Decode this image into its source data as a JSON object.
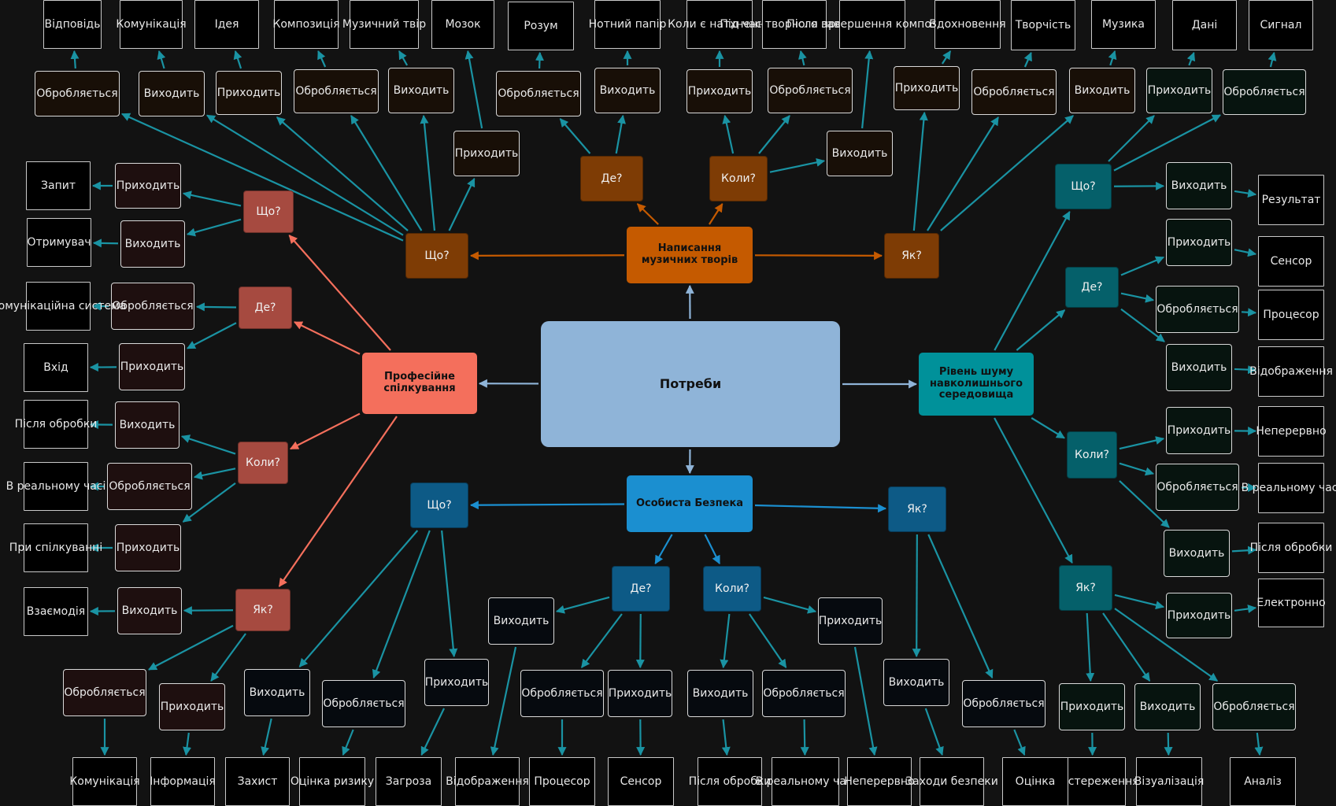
{
  "center": "Потреби",
  "branches": [
    {
      "label": "Написання музичних творів",
      "color": "#c55a00",
      "q_color": "#7e3c05",
      "act_color": "#180f07",
      "questions": [
        {
          "label": "Що?",
          "pairs": [
            {
              "act": "Обробляється",
              "leaf": "Відповідь"
            },
            {
              "act": "Виходить",
              "leaf": "Комунікація"
            },
            {
              "act": "Приходить",
              "leaf": "Ідея"
            },
            {
              "act": "Обробляється",
              "leaf": "Композиція"
            },
            {
              "act": "Виходить",
              "leaf": "Музичний твір"
            },
            {
              "act": "Приходить",
              "leaf": "Мозок"
            }
          ]
        },
        {
          "label": "Де?",
          "pairs": [
            {
              "act": "Обробляється",
              "leaf": "Розум"
            },
            {
              "act": "Виходить",
              "leaf": "Нотний папір"
            }
          ]
        },
        {
          "label": "Коли?",
          "pairs": [
            {
              "act": "Приходить",
              "leaf": "Коли є натхнення"
            },
            {
              "act": "Обробляється",
              "leaf": "Під час творчого процесу"
            },
            {
              "act": "Виходить",
              "leaf": "Після завершення композиції"
            }
          ]
        },
        {
          "label": "Як?",
          "pairs": [
            {
              "act": "Приходить",
              "leaf": "Вдохновення"
            },
            {
              "act": "Обробляється",
              "leaf": "Творчість"
            },
            {
              "act": "Виходить",
              "leaf": "Музика"
            }
          ]
        }
      ]
    },
    {
      "label": "Професійне спілкування",
      "color": "#f46f5c",
      "q_color": "#a64a40",
      "act_color": "#1e0f0f",
      "questions": [
        {
          "label": "Що?",
          "pairs": [
            {
              "act": "Приходить",
              "leaf": "Запит"
            },
            {
              "act": "Виходить",
              "leaf": "Отримувач"
            }
          ]
        },
        {
          "label": "Де?",
          "pairs": [
            {
              "act": "Обробляється",
              "leaf": "Комунікаційна система"
            },
            {
              "act": "Приходить",
              "leaf": "Вхід"
            }
          ]
        },
        {
          "label": "Коли?",
          "pairs": [
            {
              "act": "Виходить",
              "leaf": "Після обробки"
            },
            {
              "act": "Обробляється",
              "leaf": "В реальному часі"
            },
            {
              "act": "Приходить",
              "leaf": "При спілкуванні"
            }
          ]
        },
        {
          "label": "Як?",
          "pairs": [
            {
              "act": "Виходить",
              "leaf": "Взаємодія"
            },
            {
              "act": "Обробляється",
              "leaf": "Комунікація"
            },
            {
              "act": "Приходить",
              "leaf": "Інформація"
            }
          ]
        }
      ]
    },
    {
      "label": "Рівень шуму навколишнього середовища",
      "color": "#00919a",
      "q_color": "#05606a",
      "act_color": "#07140f",
      "questions": [
        {
          "label": "Що?",
          "pairs": [
            {
              "act": "Приходить",
              "leaf": "Дані"
            },
            {
              "act": "Обробляється",
              "leaf": "Сигнал"
            },
            {
              "act": "Виходить",
              "leaf": "Результат"
            }
          ]
        },
        {
          "label": "Де?",
          "pairs": [
            {
              "act": "Приходить",
              "leaf": "Сенсор"
            },
            {
              "act": "Обробляється",
              "leaf": "Процесор"
            },
            {
              "act": "Виходить",
              "leaf": "Відображення"
            }
          ]
        },
        {
          "label": "Коли?",
          "pairs": [
            {
              "act": "Приходить",
              "leaf": "Неперервно"
            },
            {
              "act": "Обробляється",
              "leaf": "В реальному часі"
            },
            {
              "act": "Виходить",
              "leaf": "Після обробки"
            }
          ]
        },
        {
          "label": "Як?",
          "pairs": [
            {
              "act": "Приходить",
              "leaf": "Електронно"
            },
            {
              "act": "Приходить",
              "leaf": "Спостереження"
            },
            {
              "act": "Виходить",
              "leaf": "Візуалізація"
            },
            {
              "act": "Обробляється",
              "leaf": "Аналіз"
            }
          ]
        }
      ]
    },
    {
      "label": "Особиста Безпека",
      "color": "#1b8fd0",
      "q_color": "#0d5a86",
      "act_color": "#060a0f",
      "questions": [
        {
          "label": "Що?",
          "pairs": [
            {
              "act": "Виходить",
              "leaf": "Захист"
            },
            {
              "act": "Обробляється",
              "leaf": "Оцінка ризику"
            },
            {
              "act": "Приходить",
              "leaf": "Загроза"
            }
          ]
        },
        {
          "label": "Де?",
          "pairs": [
            {
              "act": "Виходить",
              "leaf": "Відображення"
            },
            {
              "act": "Обробляється",
              "leaf": "Процесор"
            },
            {
              "act": "Приходить",
              "leaf": "Сенсор"
            }
          ]
        },
        {
          "label": "Коли?",
          "pairs": [
            {
              "act": "Виходить",
              "leaf": "Після обробки"
            },
            {
              "act": "Обробляється",
              "leaf": "В реальному часі"
            },
            {
              "act": "Приходить",
              "leaf": "Неперервно"
            }
          ]
        },
        {
          "label": "Як?",
          "pairs": [
            {
              "act": "Виходить",
              "leaf": "Заходи безпеки"
            },
            {
              "act": "Обробляється",
              "leaf": "Оцінка"
            }
          ]
        }
      ]
    }
  ],
  "colors": {
    "background": "#121212",
    "center_fill": "#8fb4d8",
    "center_edge": "#8fb4d8",
    "teal_edge": "#1a93a3"
  }
}
